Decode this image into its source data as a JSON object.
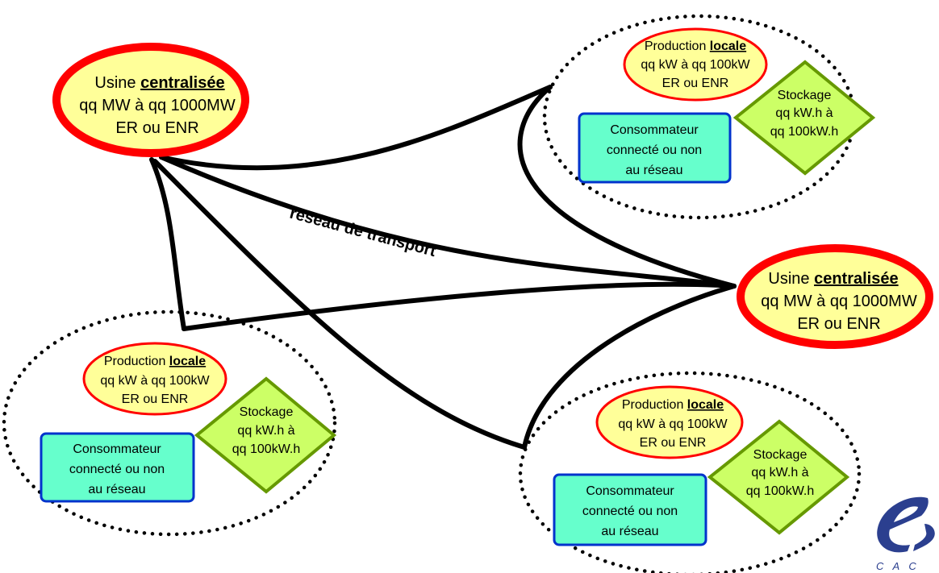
{
  "plants": [
    {
      "line1_prefix": "Usine ",
      "line1_emph": "centralisée",
      "line2": "qq MW à qq 1000MW",
      "line3": "ER ou ENR"
    },
    {
      "line1_prefix": "Usine ",
      "line1_emph": "centralisée",
      "line2": "qq MW à qq 1000MW",
      "line3": "ER ou ENR"
    }
  ],
  "clusters": [
    {
      "production": {
        "line1_prefix": "Production ",
        "line1_emph": "locale",
        "line2": "qq kW à qq 100kW",
        "line3": "ER ou ENR"
      },
      "storage": {
        "line1": "Stockage",
        "line2": "qq kW.h à",
        "line3": "qq 100kW.h"
      },
      "consumer": {
        "line1": "Consommateur",
        "line2": "connecté ou non",
        "line3": "au réseau"
      }
    },
    {
      "production": {
        "line1_prefix": "Production ",
        "line1_emph": "locale",
        "line2": "qq kW à qq 100kW",
        "line3": "ER ou ENR"
      },
      "storage": {
        "line1": "Stockage",
        "line2": "qq kW.h à",
        "line3": "qq 100kW.h"
      },
      "consumer": {
        "line1": "Consommateur",
        "line2": "connecté ou non",
        "line3": "au réseau"
      }
    },
    {
      "production": {
        "line1_prefix": "Production ",
        "line1_emph": "locale",
        "line2": "qq kW à qq 100kW",
        "line3": "ER ou ENR"
      },
      "storage": {
        "line1": "Stockage",
        "line2": "qq kW.h à",
        "line3": "qq 100kW.h"
      },
      "consumer": {
        "line1": "Consommateur",
        "line2": "connecté ou non",
        "line3": "au réseau"
      }
    }
  ],
  "network_label": "réseau de transport",
  "logo": {
    "text": "C A C"
  },
  "colors": {
    "plant_fill": "#ffff99",
    "plant_border": "#ff0000",
    "production_fill": "#ffff99",
    "production_border": "#ff0000",
    "storage_fill": "#ccff66",
    "storage_border": "#669900",
    "consumer_fill": "#66ffcc",
    "consumer_border": "#0033cc",
    "logo_blue": "#2b3f8f"
  }
}
